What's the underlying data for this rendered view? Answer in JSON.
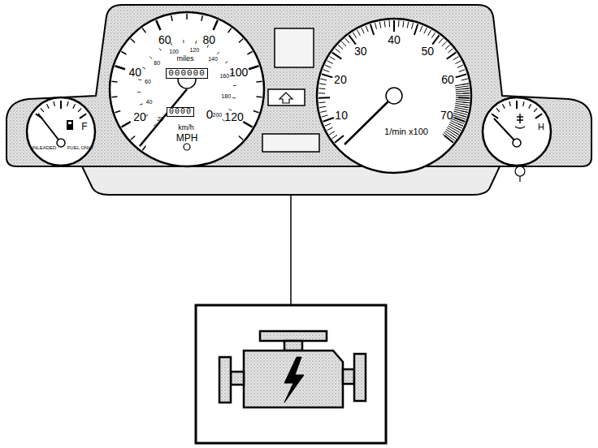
{
  "diagram": {
    "labels": [
      "20",
      "40",
      "60",
      "80",
      "100",
      "120",
      "20",
      "40",
      "60",
      "80",
      "100",
      "120",
      "140",
      "160",
      "180",
      "200",
      "miles",
      "000000",
      "0000",
      "0",
      "km/h",
      "MPH",
      "10",
      "20",
      "30",
      "40",
      "50",
      "60",
      "70",
      "1/min x100",
      "UNLEADED",
      "FUEL ONLY",
      "F",
      "H"
    ]
  }
}
